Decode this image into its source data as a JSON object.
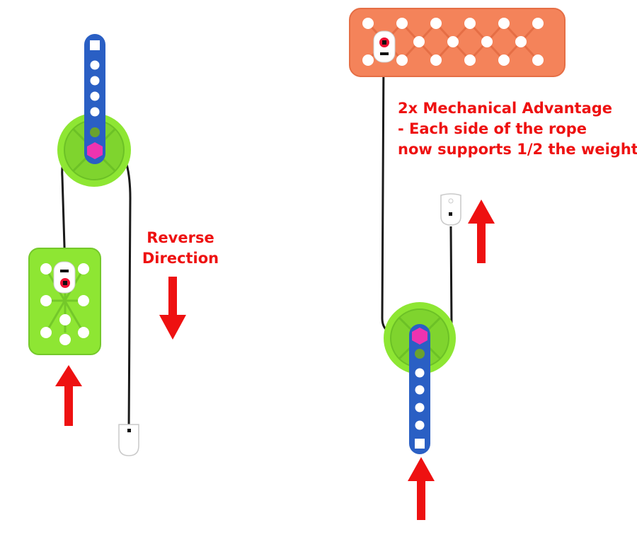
{
  "labels": {
    "reverse_line1": "Reverse",
    "reverse_line2": "Direction",
    "advantage_line1": "2x Mechanical Advantage",
    "advantage_line2": "- Each side of the rope",
    "advantage_line3": "now supports 1/2 the weight"
  },
  "colors": {
    "annotation_red": "#ee1111",
    "pulley_green": "#8ee633",
    "beam_blue": "#2a5fc4",
    "plate_orange": "#f4835a",
    "hex_magenta": "#ee33b0",
    "rope": "#1a1a1a",
    "anchor_white": "#ffffff"
  }
}
